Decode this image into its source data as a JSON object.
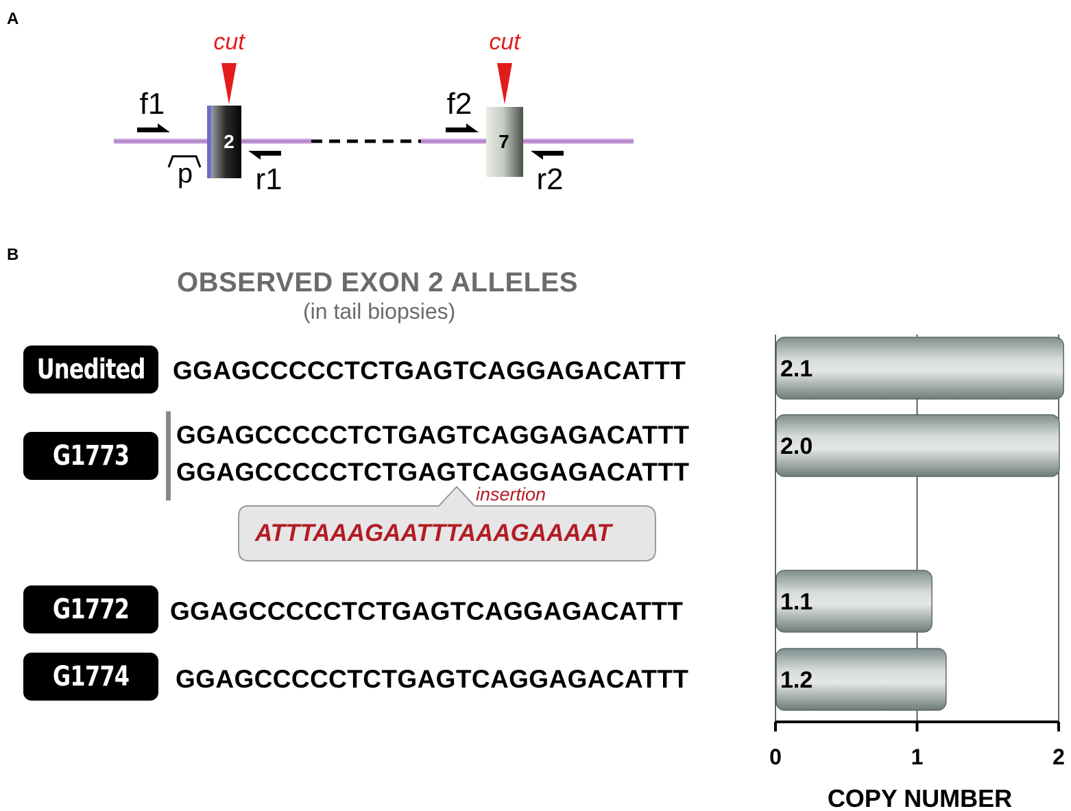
{
  "panel_a": {
    "letter": "A",
    "cut_labels": [
      "cut",
      "cut"
    ],
    "exon_labels": [
      "2",
      "7"
    ],
    "primer_labels": {
      "f1": "f1",
      "r1": "r1",
      "p": "p",
      "f2": "f2",
      "r2": "r2"
    },
    "colors": {
      "cut": "#e21b1b",
      "line": "#c89ad8"
    }
  },
  "panel_b": {
    "letter": "B",
    "title": "OBSERVED EXON 2 ALLELES",
    "subtitle": "(in tail biopsies)",
    "rows": [
      {
        "label": "Unedited",
        "sequences": [
          "GGAGCCCCCTCTGAGTCAGGAGACATTT"
        ]
      },
      {
        "label": "G1773",
        "sequences": [
          "GGAGCCCCCTCTGAGTCAGGAGACATTT",
          "GGAGCCCCCTCTGAGTCAGGAGACATTT"
        ]
      },
      {
        "label": "G1772",
        "sequences": [
          "GGAGCCCCCTCTGAGTCAGGAGACATTT"
        ]
      },
      {
        "label": "G1774",
        "sequences": [
          "GGAGCCCCCTCTGAGTCAGGAGACATTT"
        ]
      }
    ],
    "insertion": {
      "label": "insertion",
      "sequence": "ATTTAAAGAATTTAAAGAAAAT",
      "color": "#b31c24"
    }
  },
  "chart_data": {
    "type": "bar",
    "orientation": "horizontal",
    "categories": [
      "Unedited",
      "G1773",
      "G1772",
      "G1774"
    ],
    "values": [
      2.1,
      2.0,
      1.1,
      1.2
    ],
    "data_labels": [
      "2.1",
      "2.0",
      "1.1",
      "1.2"
    ],
    "xlabel": "COPY NUMBER",
    "xticks": [
      "0",
      "1",
      "2"
    ],
    "xlim": [
      0,
      2
    ],
    "grid": true
  }
}
